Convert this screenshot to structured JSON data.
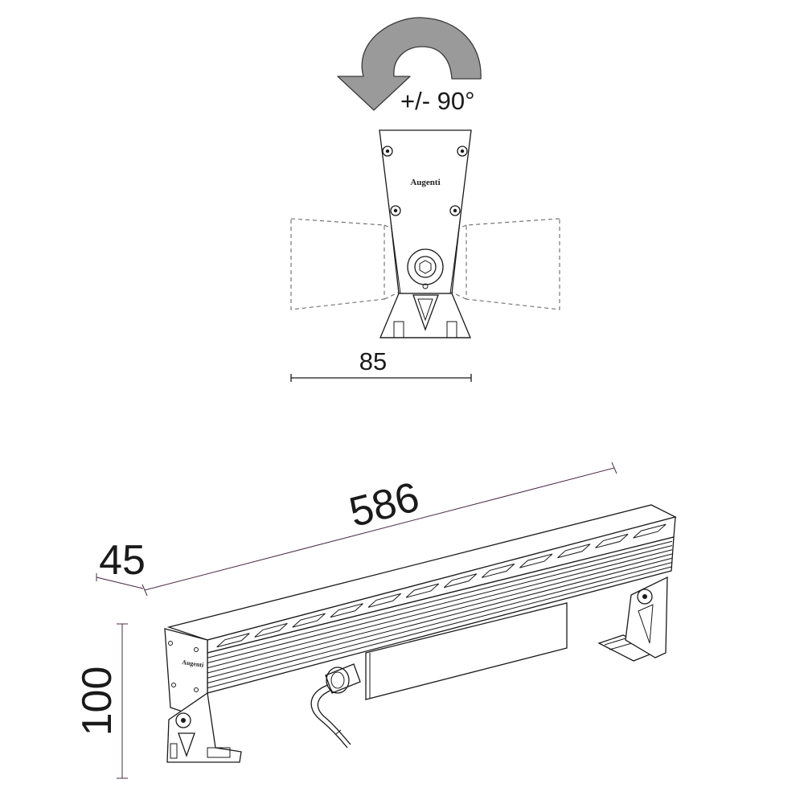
{
  "rotation": {
    "label": "+/- 90°",
    "arrow_color": "#9a9a9a"
  },
  "front_view": {
    "logo": "Augenti",
    "width_label": "85"
  },
  "iso_view": {
    "length_label": "586",
    "depth_label": "45",
    "height_label": "100",
    "logo": "Augenti",
    "led_count": 12
  },
  "colors": {
    "line": "#1a1a1a",
    "dimension": "#4a2d45",
    "arrow": "#9a9a9a",
    "dashed": "#6a6a6a"
  }
}
